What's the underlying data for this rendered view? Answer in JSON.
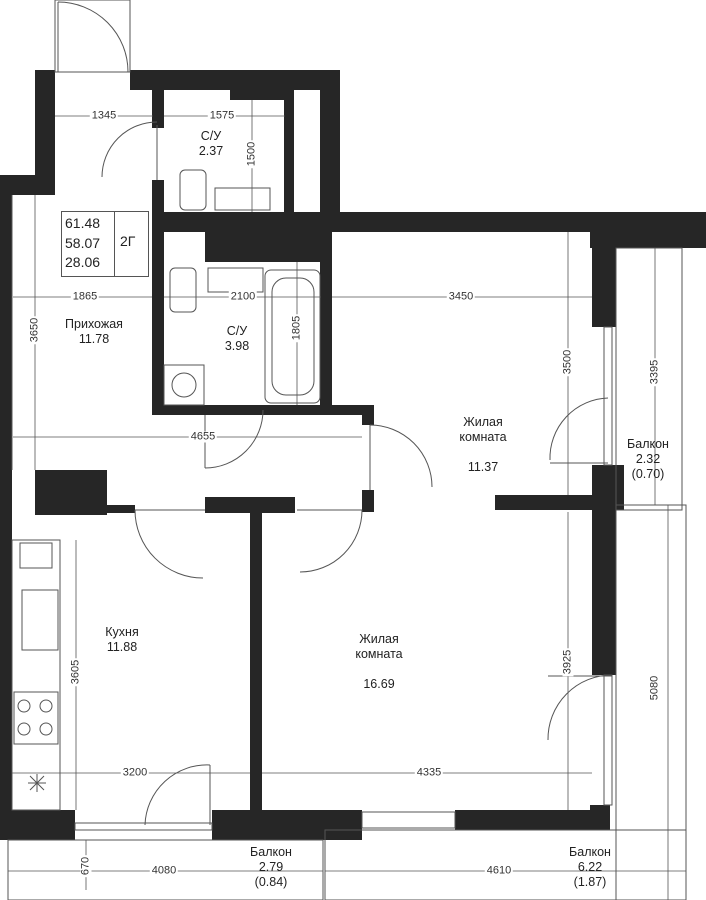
{
  "summary": {
    "total_area": "61.48",
    "living_total": "58.07",
    "living_area": "28.06",
    "type": "2Г"
  },
  "rooms": {
    "wc_small": {
      "name": "С/У",
      "area": "2.37"
    },
    "hallway": {
      "name": "Прихожая",
      "area": "11.78"
    },
    "bathroom": {
      "name": "С/У",
      "area": "3.98"
    },
    "living_room_1": {
      "name": "Жилая\nкомната",
      "area": "11.37"
    },
    "balcony_1": {
      "name": "Балкон",
      "area": "2.32",
      "area_coef": "(0.70)"
    },
    "kitchen": {
      "name": "Кухня",
      "area": "11.88"
    },
    "living_room_2": {
      "name": "Жилая\nкомната",
      "area": "16.69"
    },
    "balcony_2": {
      "name": "Балкон",
      "area": "2.79",
      "area_coef": "(0.84)"
    },
    "balcony_3": {
      "name": "Балкон",
      "area": "6.22",
      "area_coef": "(1.87)"
    }
  },
  "dimensions": {
    "d1345": "1345",
    "d1575": "1575",
    "d1500": "1500",
    "d1865": "1865",
    "d2100": "2100",
    "d3450": "3450",
    "d3650": "3650",
    "d1805": "1805",
    "d3500": "3500",
    "d3395": "3395",
    "d4655": "4655",
    "d3605": "3605",
    "d3925": "3925",
    "d5080": "5080",
    "d3200": "3200",
    "d4335": "4335",
    "d670": "670",
    "d4080": "4080",
    "d4610": "4610"
  },
  "colors": {
    "wall": "#262626",
    "line": "#555555",
    "text": "#222222"
  }
}
